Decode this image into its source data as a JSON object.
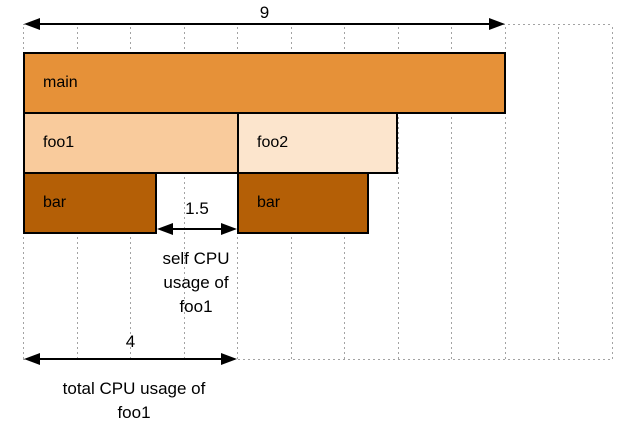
{
  "diagram": {
    "description": "Flame graph CPU usage diagram",
    "unit_count": 9
  },
  "colors": {
    "main": "#E69138",
    "foo1": "#F9CB9C",
    "foo2": "#FCE5CD",
    "bar": "#B45F06",
    "border": "#000000",
    "grid": "#A3A3A3"
  },
  "frames": [
    {
      "id": "main",
      "label": "main",
      "depth": 0,
      "start": 0,
      "end": 9
    },
    {
      "id": "foo1",
      "label": "foo1",
      "depth": 1,
      "start": 0,
      "end": 4
    },
    {
      "id": "foo2",
      "label": "foo2",
      "depth": 1,
      "start": 4,
      "end": 7
    },
    {
      "id": "bar1",
      "label": "bar",
      "depth": 2,
      "start": 0,
      "end": 2.5
    },
    {
      "id": "bar2",
      "label": "bar",
      "depth": 2,
      "start": 4,
      "end": 6.5
    }
  ],
  "annotations": {
    "total_width": {
      "value": "9"
    },
    "self_cpu": {
      "value": "1.5",
      "lines": [
        "self CPU",
        "usage of",
        "foo1"
      ]
    },
    "total_cpu": {
      "value": "4",
      "lines": [
        "total CPU usage of",
        "foo1"
      ]
    }
  }
}
